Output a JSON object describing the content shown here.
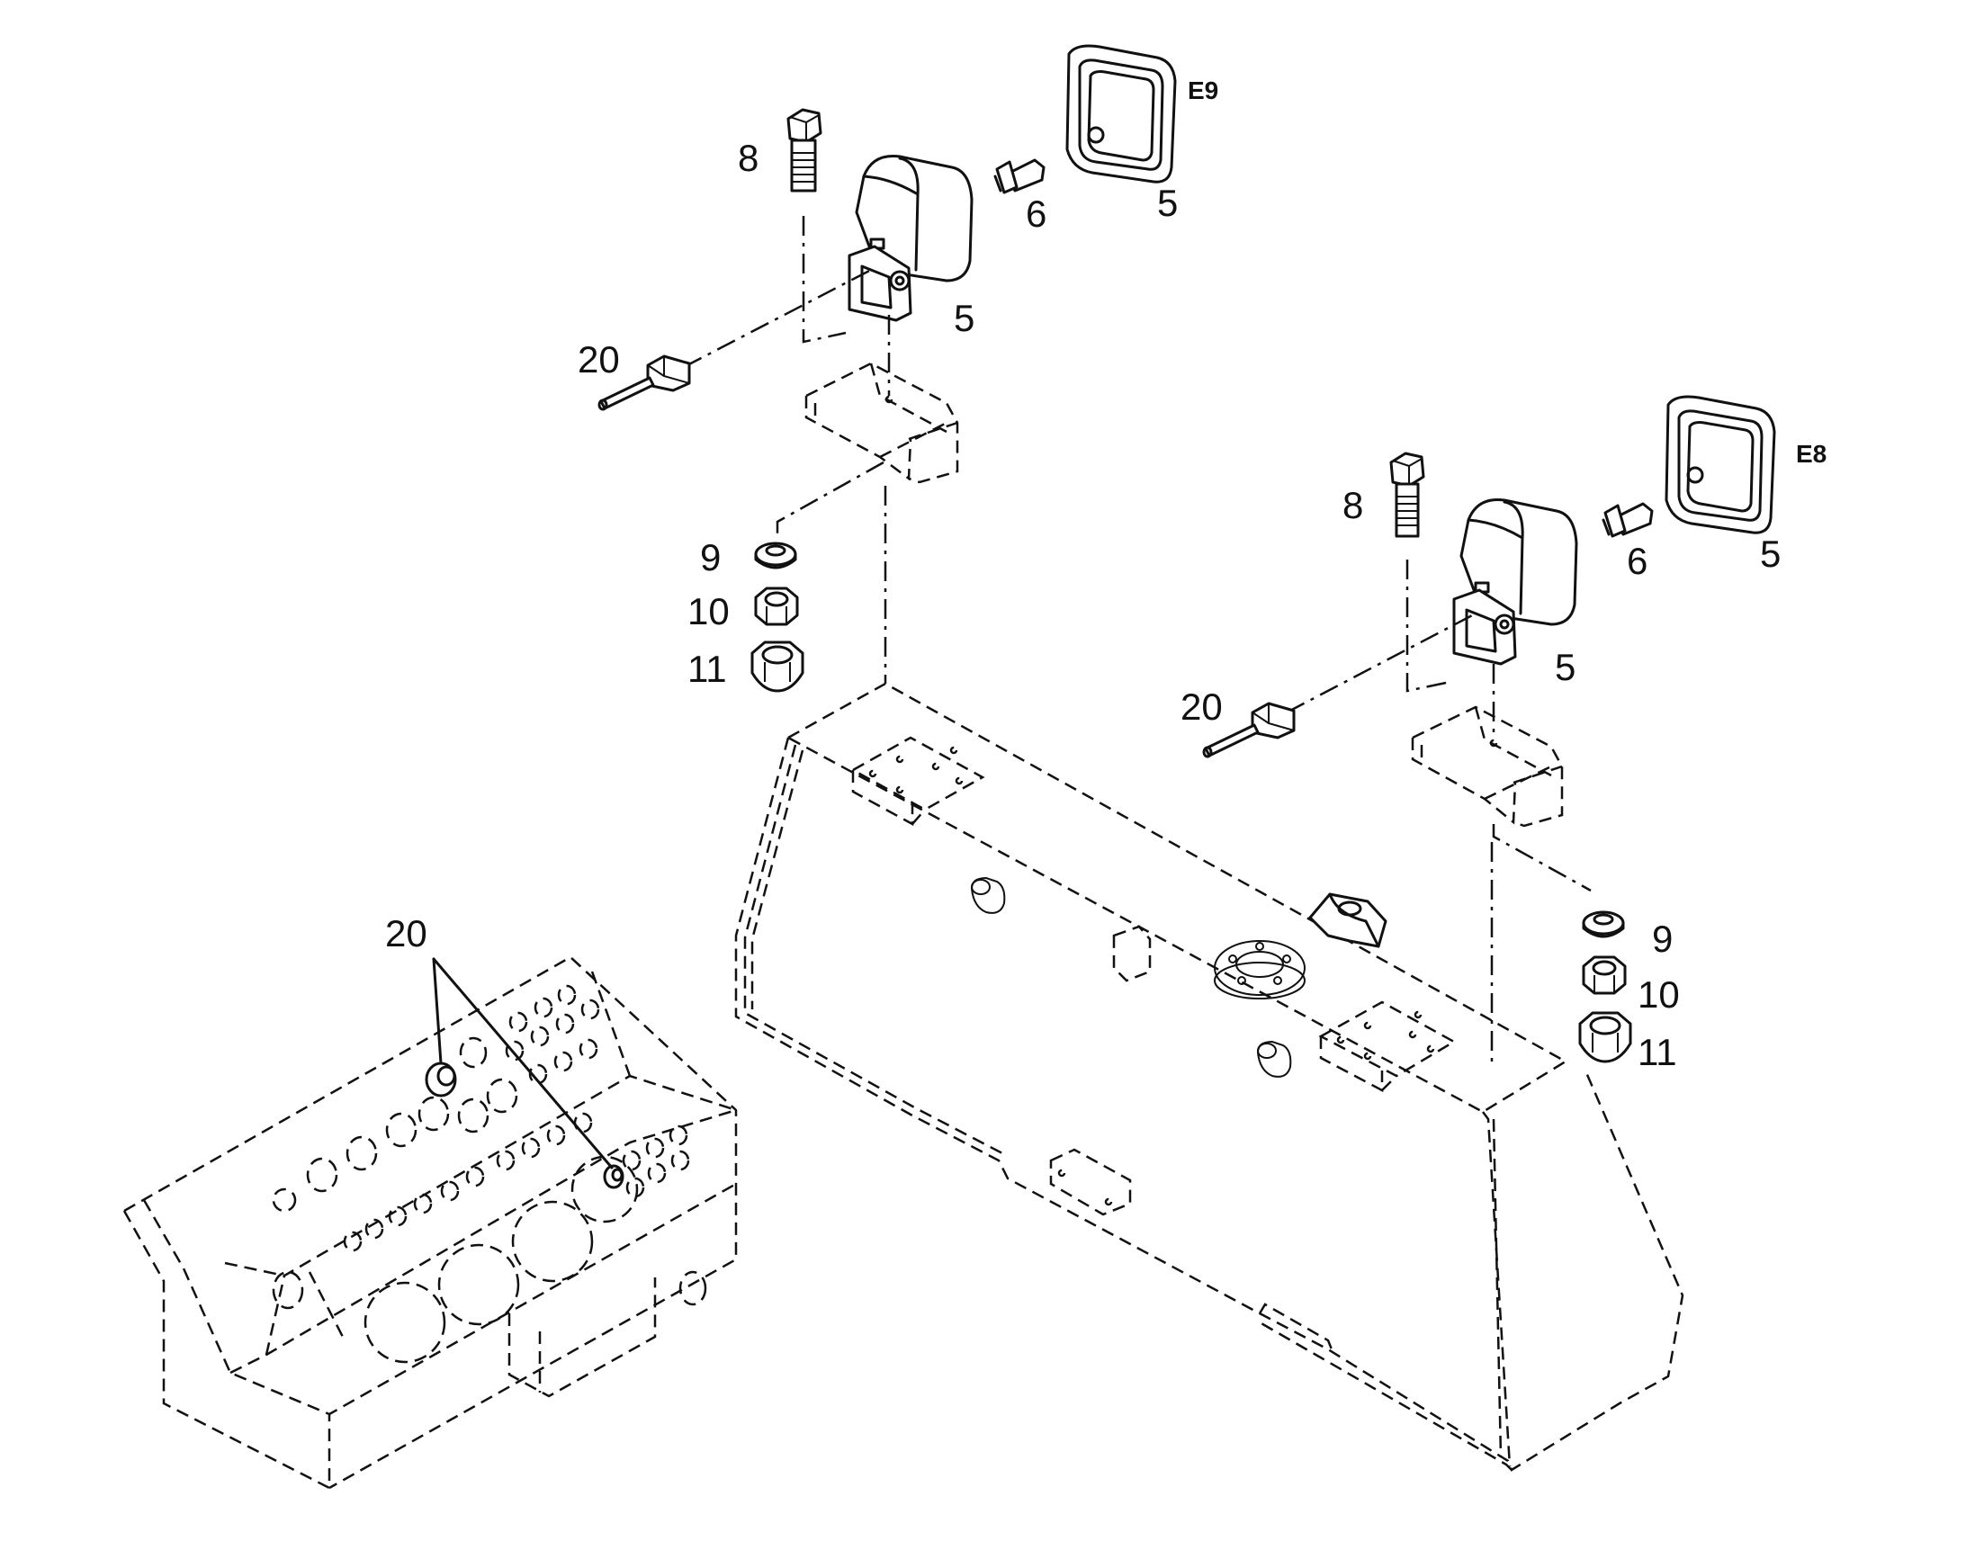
{
  "labels": {
    "l1_8": "8",
    "l1_6": "6",
    "l1_5a": "5",
    "l1_5b": "5",
    "l1_e9": "E9",
    "l1_20": "20",
    "l1_9": "9",
    "l1_10": "10",
    "l1_11": "11",
    "l2_8": "8",
    "l2_6": "6",
    "l2_5a": "5",
    "l2_5b": "5",
    "l2_e8": "E8",
    "l2_20": "20",
    "l2_9": "9",
    "l2_10": "10",
    "l2_11": "11",
    "panel_20": "20"
  },
  "icons": [
    "bolt-icon",
    "bulb-icon",
    "lamp-lens-icon",
    "lamp-housing-icon",
    "connector-icon",
    "washer-icon",
    "nut-icon",
    "cap-nut-icon",
    "bracket-icon"
  ]
}
